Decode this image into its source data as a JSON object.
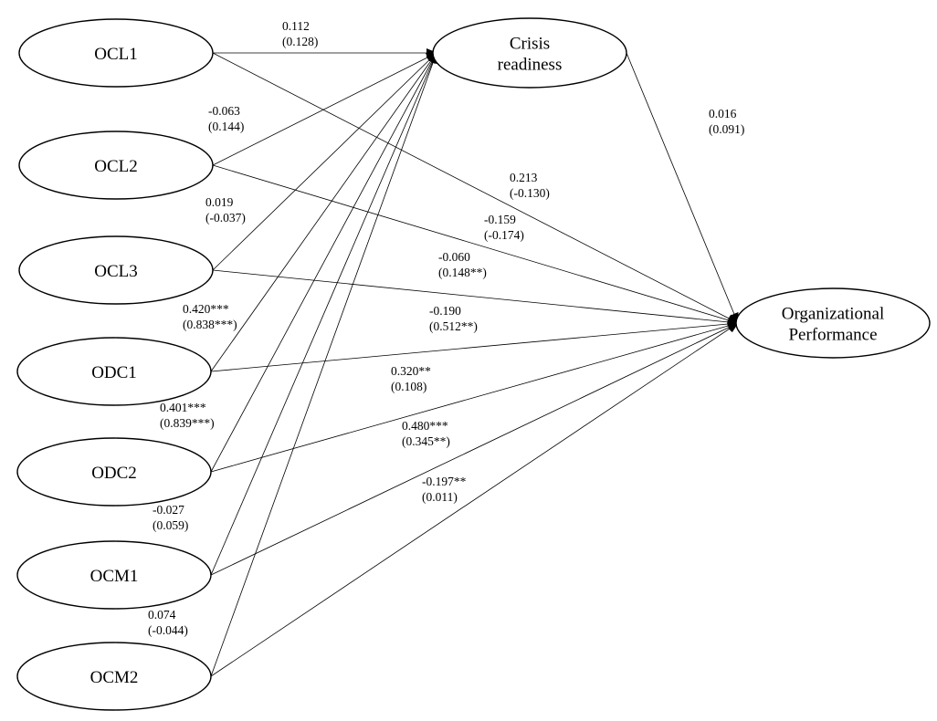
{
  "nodes": [
    {
      "id": "OCL1",
      "lines": [
        "OCL1"
      ]
    },
    {
      "id": "OCL2",
      "lines": [
        "OCL2"
      ]
    },
    {
      "id": "OCL3",
      "lines": [
        "OCL3"
      ]
    },
    {
      "id": "ODC1",
      "lines": [
        "ODC1"
      ]
    },
    {
      "id": "ODC2",
      "lines": [
        "ODC2"
      ]
    },
    {
      "id": "OCM1",
      "lines": [
        "OCM1"
      ]
    },
    {
      "id": "OCM2",
      "lines": [
        "OCM2"
      ]
    },
    {
      "id": "CR",
      "lines": [
        "Crisis",
        "readiness"
      ]
    },
    {
      "id": "OP",
      "lines": [
        "Organizational",
        "Performance"
      ]
    }
  ],
  "edges": [
    {
      "from": "OCL1",
      "to": "CR"
    },
    {
      "from": "OCL2",
      "to": "CR"
    },
    {
      "from": "OCL3",
      "to": "CR"
    },
    {
      "from": "ODC1",
      "to": "CR"
    },
    {
      "from": "ODC2",
      "to": "CR"
    },
    {
      "from": "OCM1",
      "to": "CR"
    },
    {
      "from": "OCM2",
      "to": "CR"
    },
    {
      "from": "OCL1",
      "to": "OP"
    },
    {
      "from": "OCL2",
      "to": "OP"
    },
    {
      "from": "OCL3",
      "to": "OP"
    },
    {
      "from": "ODC1",
      "to": "OP"
    },
    {
      "from": "ODC2",
      "to": "OP"
    },
    {
      "from": "OCM1",
      "to": "OP"
    },
    {
      "from": "OCM2",
      "to": "OP"
    },
    {
      "from": "CR",
      "to": "OP"
    }
  ],
  "coefficients": [
    {
      "id": "ocl1-cr",
      "lines": [
        "0.112",
        "(0.128)"
      ]
    },
    {
      "id": "ocl2-cr",
      "lines": [
        "-0.063",
        "(0.144)"
      ]
    },
    {
      "id": "ocl3-cr",
      "lines": [
        "0.019",
        "(-0.037)"
      ]
    },
    {
      "id": "odc1-cr",
      "lines": [
        "0.420***",
        "(0.838***)"
      ]
    },
    {
      "id": "odc2-cr",
      "lines": [
        "0.401***",
        "(0.839***)"
      ]
    },
    {
      "id": "ocm1-cr",
      "lines": [
        "-0.027",
        "(0.059)"
      ]
    },
    {
      "id": "ocm2-cr",
      "lines": [
        "0.074",
        "(-0.044)"
      ]
    },
    {
      "id": "cr-op",
      "lines": [
        "0.016",
        "(0.091)"
      ]
    },
    {
      "id": "ocl1-op",
      "lines": [
        "0.213",
        "(-0.130)"
      ]
    },
    {
      "id": "ocl2-op",
      "lines": [
        "-0.159",
        "(-0.174)"
      ]
    },
    {
      "id": "ocl3-op",
      "lines": [
        "-0.060",
        "(0.148**)"
      ]
    },
    {
      "id": "odc1-op",
      "lines": [
        "-0.190",
        "(0.512**)"
      ]
    },
    {
      "id": "odc2-op",
      "lines": [
        "0.320**",
        "(0.108)"
      ]
    },
    {
      "id": "ocm1-op",
      "lines": [
        "0.480***",
        "(0.345**)"
      ]
    },
    {
      "id": "ocm2-op",
      "lines": [
        "-0.197**",
        "(0.011)"
      ]
    }
  ]
}
